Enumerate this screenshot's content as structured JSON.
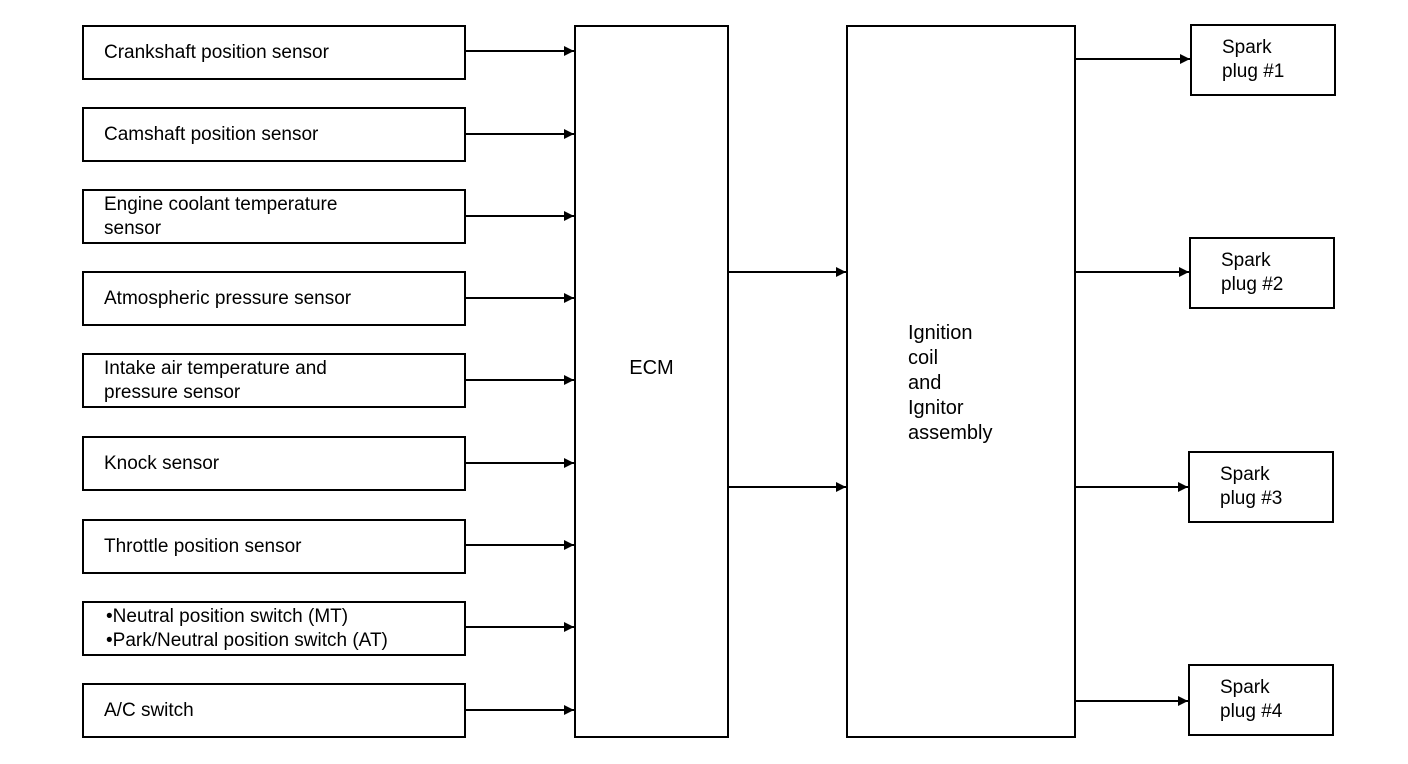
{
  "inputs": [
    {
      "lines": [
        "Crankshaft position sensor"
      ]
    },
    {
      "lines": [
        "Camshaft position sensor"
      ]
    },
    {
      "lines": [
        "Engine coolant temperature",
        "sensor"
      ]
    },
    {
      "lines": [
        "Atmospheric pressure sensor"
      ]
    },
    {
      "lines": [
        "Intake air temperature and",
        "pressure sensor"
      ]
    },
    {
      "lines": [
        "Knock sensor"
      ]
    },
    {
      "lines": [
        "Throttle position sensor"
      ]
    },
    {
      "lines": [
        "•Neutral position switch (MT)",
        "•Park/Neutral position switch (AT)"
      ]
    },
    {
      "lines": [
        "A/C switch"
      ]
    }
  ],
  "ecm": {
    "label": "ECM"
  },
  "ignition": {
    "lines": [
      "Ignition",
      "coil",
      "and",
      "Ignitor",
      "assembly"
    ]
  },
  "outputs": [
    {
      "lines": [
        "Spark",
        "plug #1"
      ]
    },
    {
      "lines": [
        "Spark",
        "plug #2"
      ]
    },
    {
      "lines": [
        "Spark",
        "plug #3"
      ]
    },
    {
      "lines": [
        "Spark",
        "plug #4"
      ]
    }
  ]
}
